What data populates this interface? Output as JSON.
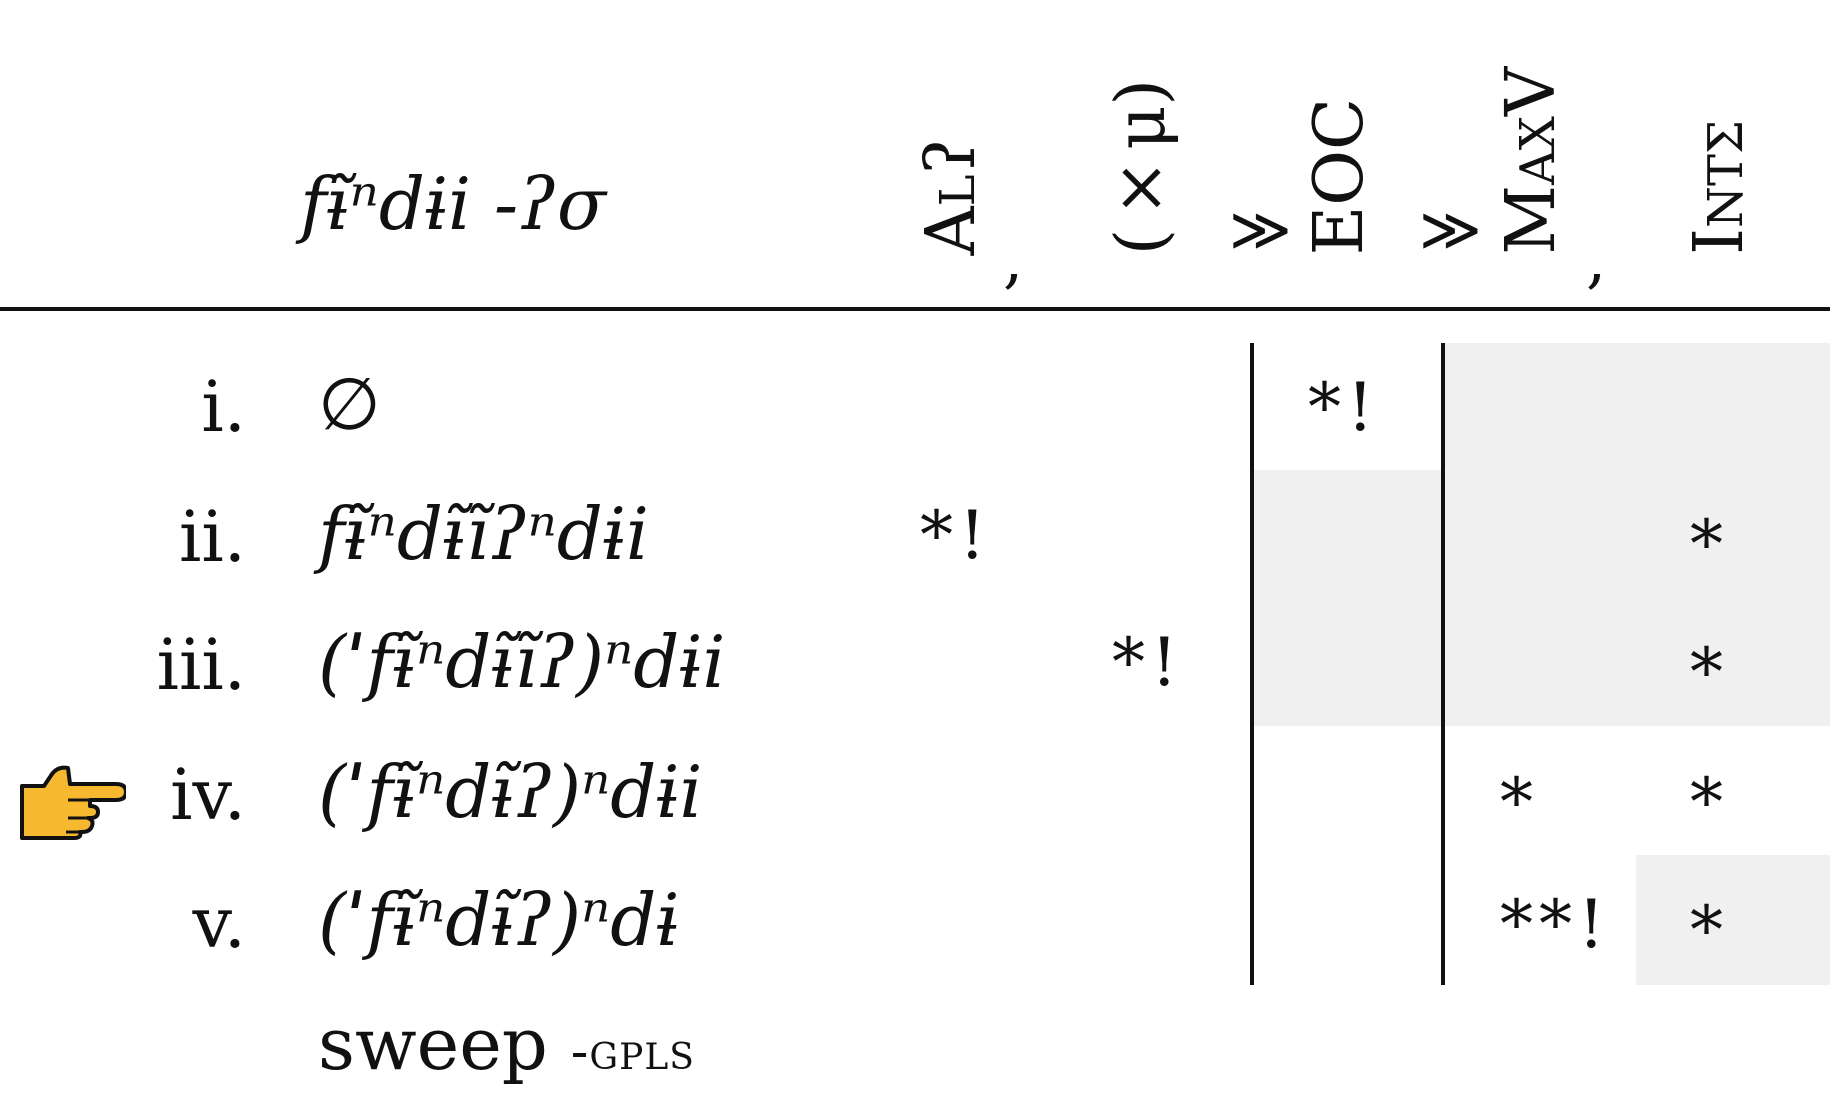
{
  "input": "fɨ̃ⁿdɨi -ʔσ",
  "constraints": [
    {
      "label": "Alʔ"
    },
    {
      "label": "(×μ)"
    },
    {
      "label": "EOC"
    },
    {
      "label": "MaxV"
    },
    {
      "label": "Intσ"
    }
  ],
  "separators": {
    "comma": ",",
    "rank": "≫"
  },
  "candidates": [
    {
      "number": "i.",
      "form": "∅",
      "winner": false,
      "violations": [
        "",
        "",
        "*!",
        "",
        ""
      ]
    },
    {
      "number": "ii.",
      "form": "fɨ̃ⁿdɨ̃ĩʔⁿdɨi",
      "winner": false,
      "violations": [
        "*!",
        "",
        "",
        "",
        "*"
      ]
    },
    {
      "number": "iii.",
      "form": "(ˈfɨ̃ⁿdɨ̃ĩʔ)ⁿdɨi",
      "winner": false,
      "violations": [
        "",
        "*!",
        "",
        "",
        "*"
      ]
    },
    {
      "number": "iv.",
      "form": "(ˈfɨ̃ⁿdɨ̃ʔ)ⁿdɨi",
      "winner": true,
      "violations": [
        "",
        "",
        "",
        "*",
        "*"
      ]
    },
    {
      "number": "v.",
      "form": "(ˈfɨ̃ⁿdɨ̃ʔ)ⁿdɨ",
      "winner": false,
      "violations": [
        "",
        "",
        "",
        "**!",
        "*"
      ]
    }
  ],
  "caption": {
    "word": "sweep",
    "gloss": "-gpls"
  },
  "icons": {
    "winner": "pointing-hand-icon"
  },
  "colors": {
    "shade": "#f0f0f0",
    "pointer_fill": "#f5b82e",
    "pointer_outline": "#111111"
  }
}
